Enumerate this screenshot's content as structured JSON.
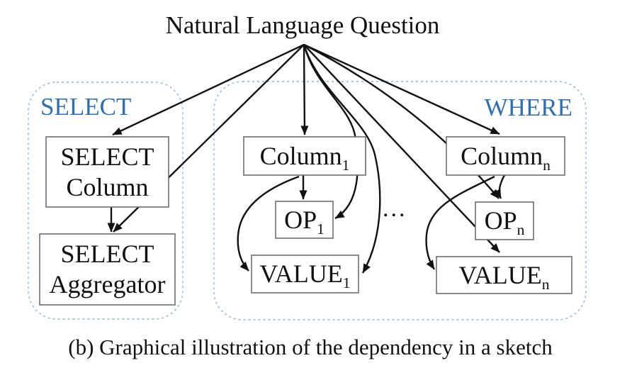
{
  "figure": {
    "title": "Natural Language Question",
    "caption": "(b) Graphical illustration of the dependency in a sketch",
    "ellipsis": "..."
  },
  "groups": {
    "select": {
      "label": "SELECT"
    },
    "where": {
      "label": "WHERE"
    }
  },
  "nodes": {
    "select_column": {
      "line1": "SELECT",
      "line2": "Column"
    },
    "select_aggregator": {
      "line1": "SELECT",
      "line2": "Aggregator"
    },
    "column_1": {
      "base": "Column",
      "sub": "1"
    },
    "op_1": {
      "base": "OP",
      "sub": "1"
    },
    "value_1": {
      "base": "VALUE",
      "sub": "1"
    },
    "column_n": {
      "base": "Column",
      "sub": "n"
    },
    "op_n": {
      "base": "OP",
      "sub": "n"
    },
    "value_n": {
      "base": "VALUE",
      "sub": "n"
    }
  },
  "edges": [
    {
      "from": "natural_language_question",
      "to": "select_column"
    },
    {
      "from": "natural_language_question",
      "to": "select_aggregator"
    },
    {
      "from": "natural_language_question",
      "to": "column_1"
    },
    {
      "from": "natural_language_question",
      "to": "op_1"
    },
    {
      "from": "natural_language_question",
      "to": "value_1"
    },
    {
      "from": "natural_language_question",
      "to": "column_n"
    },
    {
      "from": "natural_language_question",
      "to": "op_n"
    },
    {
      "from": "natural_language_question",
      "to": "value_n"
    },
    {
      "from": "select_column",
      "to": "select_aggregator"
    },
    {
      "from": "column_1",
      "to": "op_1"
    },
    {
      "from": "column_1",
      "to": "value_1"
    },
    {
      "from": "column_n",
      "to": "op_n"
    },
    {
      "from": "column_n",
      "to": "value_n"
    }
  ],
  "colors": {
    "label_blue": "#2e6fb7",
    "container_border": "#8ab0e0",
    "arrow": "#111111",
    "box_border": "#6e6e6e",
    "text": "#111111"
  }
}
